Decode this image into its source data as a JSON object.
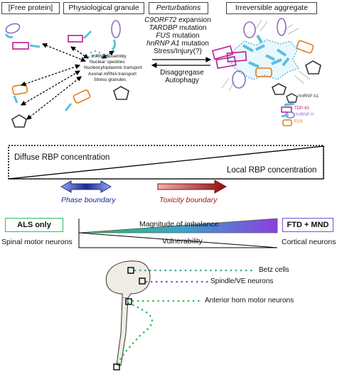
{
  "headers": {
    "free_protein": "[Free protein]",
    "physiological_granule": "Physiological granule",
    "perturbations": "Perturbations",
    "irreversible_aggregate": "Irreversible aggregate"
  },
  "granule_functions": [
    "snRNP assembly",
    "Nuclear speckles",
    "Nucleocytoplasmic transport",
    "Axonal mRNA transport",
    "Stress granules"
  ],
  "perturbation_list": [
    {
      "gene": "C9ORF72",
      "suffix": " expansion"
    },
    {
      "gene": "TARDBP",
      "suffix": " mutation"
    },
    {
      "gene": "FUS",
      "suffix": " mutation"
    },
    {
      "gene": "hnRNP A1",
      "suffix": " mutation"
    },
    {
      "gene": "",
      "suffix": "Stress/Injury(?)"
    }
  ],
  "reverse_process": [
    "Disaggregase",
    "Autophagy"
  ],
  "legend": [
    {
      "label": "hnRNP A1",
      "color": "#5bc0de"
    },
    {
      "label": "TDP-43",
      "color": "#c2188f"
    },
    {
      "label": "hnRNP H",
      "color": "#8e6fc2"
    },
    {
      "label": "FUS",
      "color": "#e07b1a"
    }
  ],
  "concentration": {
    "diffuse": "Diffuse RBP concentration",
    "local": "Local RBP concentration"
  },
  "boundaries": {
    "phase": "Phase boundary",
    "toxicity": "Toxicity boundary"
  },
  "spectrum": {
    "left_box": "ALS only",
    "right_box": "FTD + MND",
    "imbalance": "Magnitude of imbalance",
    "vulnerability": "Vulnerability",
    "left_neurons": "Spinal motor neurons",
    "right_neurons": "Cortical neurons"
  },
  "neurons": [
    "Betz cells",
    "Spindle/VE neurons",
    "Anterior horn motor neurons"
  ],
  "colors": {
    "cyan": "#5bc0de",
    "magenta": "#c2188f",
    "purple": "#8e6fc2",
    "orange": "#e07b1a",
    "green": "#2bbf5a",
    "violet": "#7b4fd6",
    "phase_blue": "#1b2a8f",
    "toxicity_red": "#a31515"
  }
}
